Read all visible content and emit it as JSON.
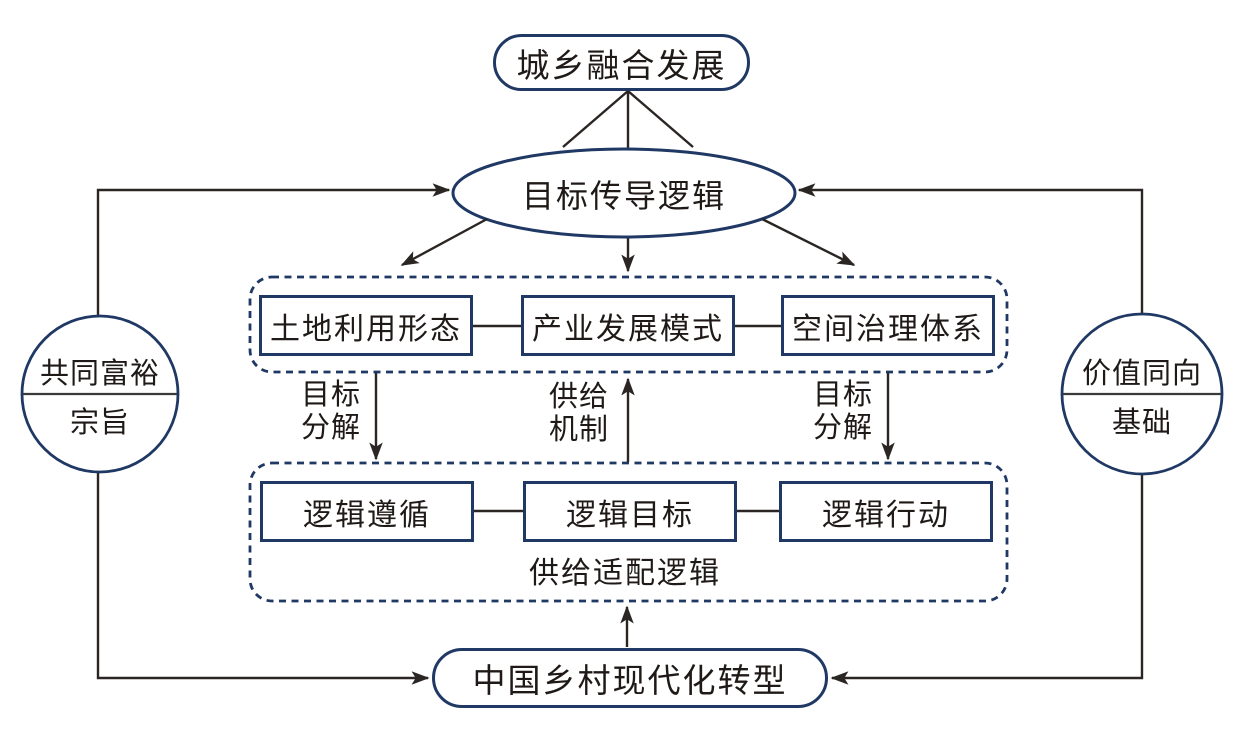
{
  "diagram": {
    "top_node": {
      "label": "城乡融合发展"
    },
    "transmission_node": {
      "label": "目标传导逻辑"
    },
    "upper_group": {
      "items": [
        {
          "label": "土地利用形态"
        },
        {
          "label": "产业发展模式"
        },
        {
          "label": "空间治理体系"
        }
      ]
    },
    "edge_labels": {
      "left_down": {
        "line1": "目标",
        "line2": "分解"
      },
      "middle_up": {
        "line1": "供给",
        "line2": "机制"
      },
      "right_down": {
        "line1": "目标",
        "line2": "分解"
      }
    },
    "lower_group": {
      "items": [
        {
          "label": "逻辑遵循"
        },
        {
          "label": "逻辑目标"
        },
        {
          "label": "逻辑行动"
        }
      ],
      "caption": "供给适配逻辑"
    },
    "bottom_node": {
      "label": "中国乡村现代化转型"
    },
    "left_circle": {
      "top": "共同富裕",
      "bottom": "宗旨"
    },
    "right_circle": {
      "top": "价值同向",
      "bottom": "基础"
    },
    "colors": {
      "shape_border": "#1f3864",
      "line": "#2b2624",
      "text": "#1f1a17",
      "background": "#ffffff"
    }
  }
}
